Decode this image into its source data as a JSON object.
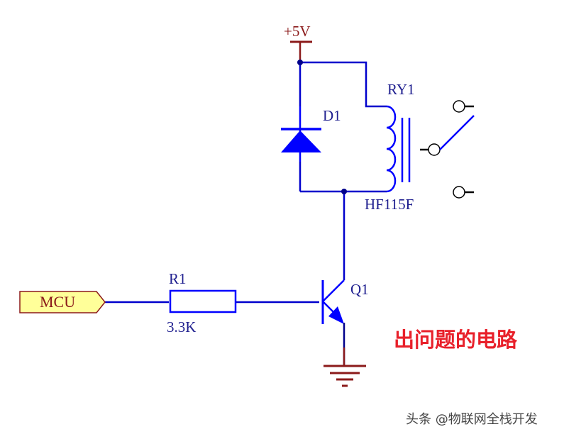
{
  "diagram": {
    "type": "relay driver schematic",
    "title": "出问题的电路",
    "watermark": "头条 @物联网全栈开发",
    "colors": {
      "wire": "#0000cc",
      "component": "#0000ff",
      "power": "#8b1a1a",
      "title": "#e8202a",
      "port_fill": "#ffff99"
    },
    "power": {
      "label": "+5V"
    },
    "port": {
      "label": "MCU"
    },
    "components": {
      "diode": {
        "ref": "D1"
      },
      "relay": {
        "ref": "RY1",
        "part": "HF115F"
      },
      "resistor": {
        "ref": "R1",
        "value": "3.3K"
      },
      "transistor": {
        "ref": "Q1",
        "type": "NPN"
      }
    }
  }
}
